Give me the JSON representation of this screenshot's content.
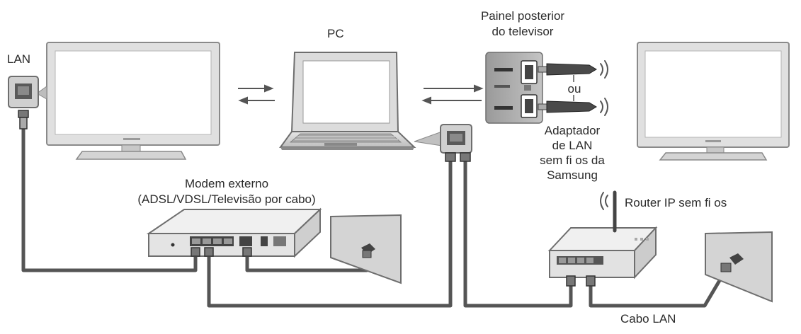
{
  "labels": {
    "lan": "LAN",
    "pc": "PC",
    "rear_panel_line1": "Painel posterior",
    "rear_panel_line2": "do televisor",
    "or": "ou",
    "adapter_line1": "Adaptador",
    "adapter_line2": "de LAN",
    "adapter_line3": "sem fi os da",
    "adapter_line4": "Samsung",
    "modem_line1": "Modem externo",
    "modem_line2": "(ADSL/VDSL/Televisão por cabo)",
    "router": "Router IP sem fi os",
    "cable": "Cabo LAN"
  }
}
